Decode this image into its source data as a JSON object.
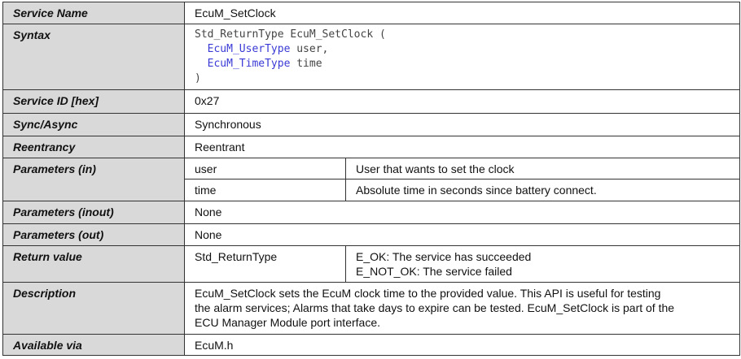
{
  "rows": {
    "service_name": {
      "label": "Service Name",
      "value": "EcuM_SetClock"
    },
    "syntax": {
      "label": "Syntax",
      "line1": "Std_ReturnType EcuM_SetClock (",
      "param1_type": "EcuM_UserType",
      "param1_name": " user,",
      "param2_type": "EcuM_TimeType",
      "param2_name": " time",
      "close": ")"
    },
    "service_id": {
      "label": "Service ID [hex]",
      "value": "0x27"
    },
    "sync": {
      "label": "Sync/Async",
      "value": "Synchronous"
    },
    "reentrancy": {
      "label": "Reentrancy",
      "value": "Reentrant"
    },
    "params_in": {
      "label": "Parameters (in)",
      "items": [
        {
          "name": "user",
          "desc": "User that wants to set the clock"
        },
        {
          "name": "time",
          "desc": "Absolute time in seconds since battery connect."
        }
      ]
    },
    "params_inout": {
      "label": "Parameters (inout)",
      "value": "None"
    },
    "params_out": {
      "label": "Parameters (out)",
      "value": "None"
    },
    "return_value": {
      "label": "Return value",
      "type": "Std_ReturnType",
      "line1": "E_OK: The service has succeeded",
      "line2": "E_NOT_OK: The service failed"
    },
    "description": {
      "label": "Description",
      "line1": "EcuM_SetClock sets the EcuM clock time to the provided value. This API is useful for testing",
      "line2": "the alarm services; Alarms that take days to expire can be tested. EcuM_SetClock is part of the",
      "line3": "ECU Manager Module port interface."
    },
    "available_via": {
      "label": "Available via",
      "value": "EcuM.h"
    }
  }
}
